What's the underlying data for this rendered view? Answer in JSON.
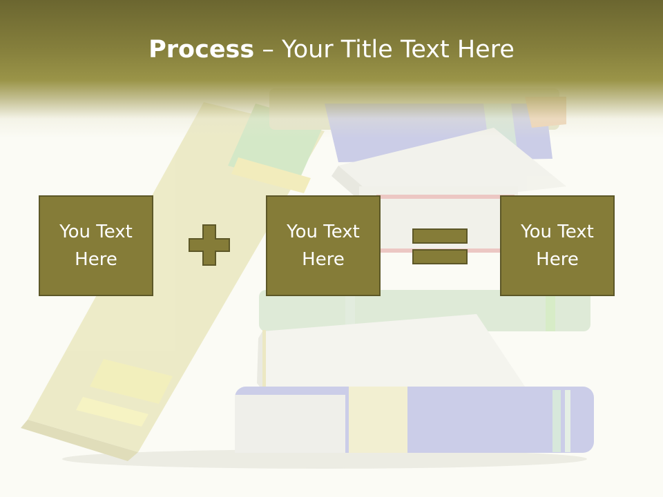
{
  "slide": {
    "title_bold": "Process",
    "title_rest": " – Your Title Text Here",
    "boxes": [
      {
        "text": "You Text Here"
      },
      {
        "text": "You Text Here"
      },
      {
        "text": "You Text Here"
      }
    ],
    "operators": [
      "plus",
      "equals"
    ]
  },
  "colors": {
    "header": "#857f3c",
    "box_fill": "#857c38",
    "box_border": "#5c5727",
    "operator_fill": "#857c38",
    "text": "#ffffff"
  },
  "icons": [
    "books-stack-illustration",
    "plus-icon",
    "equals-icon"
  ]
}
